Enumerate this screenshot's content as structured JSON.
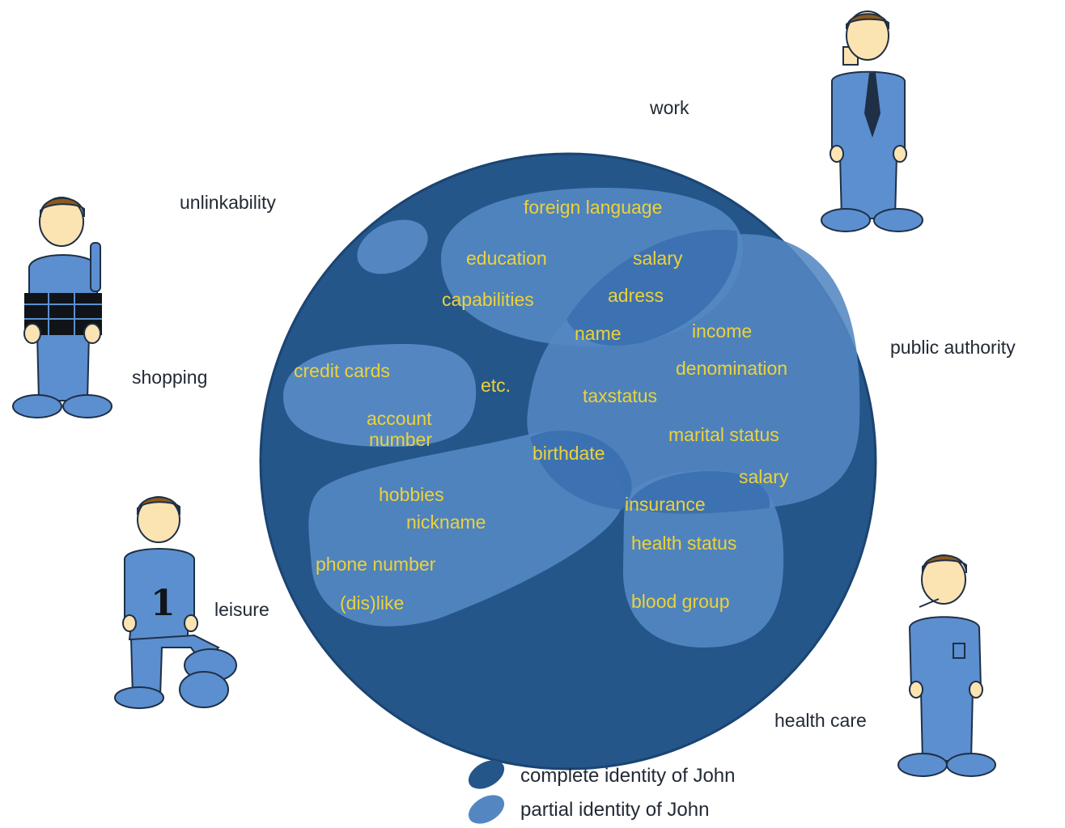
{
  "contexts": {
    "work": "work",
    "unlinkability": "unlinkability",
    "public_authority": "public authority",
    "shopping": "shopping",
    "leisure": "leisure",
    "health_care": "health care"
  },
  "attributes": {
    "foreign_language": "foreign language",
    "education": "education",
    "salary_top": "salary",
    "capabilities": "capabilities",
    "adress": "adress",
    "name": "name",
    "income": "income",
    "denomination": "denomination",
    "credit_cards": "credit cards",
    "etc": "etc.",
    "taxstatus": "taxstatus",
    "account": "account",
    "number": "number",
    "marital_status": "marital status",
    "birthdate": "birthdate",
    "salary_right": "salary",
    "hobbies": "hobbies",
    "insurance": "insurance",
    "nickname": "nickname",
    "health_status": "health status",
    "phone_number": "phone number",
    "dislike": "(dis)like",
    "blood_group": "blood group"
  },
  "jersey_number": "1",
  "legend": {
    "complete": "complete identity of John",
    "partial": "partial identity of John"
  },
  "colors": {
    "complete_identity": "#24568a",
    "partial_identity": "#5487c2",
    "overlap": "#3a6faf",
    "text": "#ecd23a",
    "person_shirt": "#5b8fcf",
    "person_skin": "#fbe3b2",
    "person_hair": "#8b5a1e"
  }
}
